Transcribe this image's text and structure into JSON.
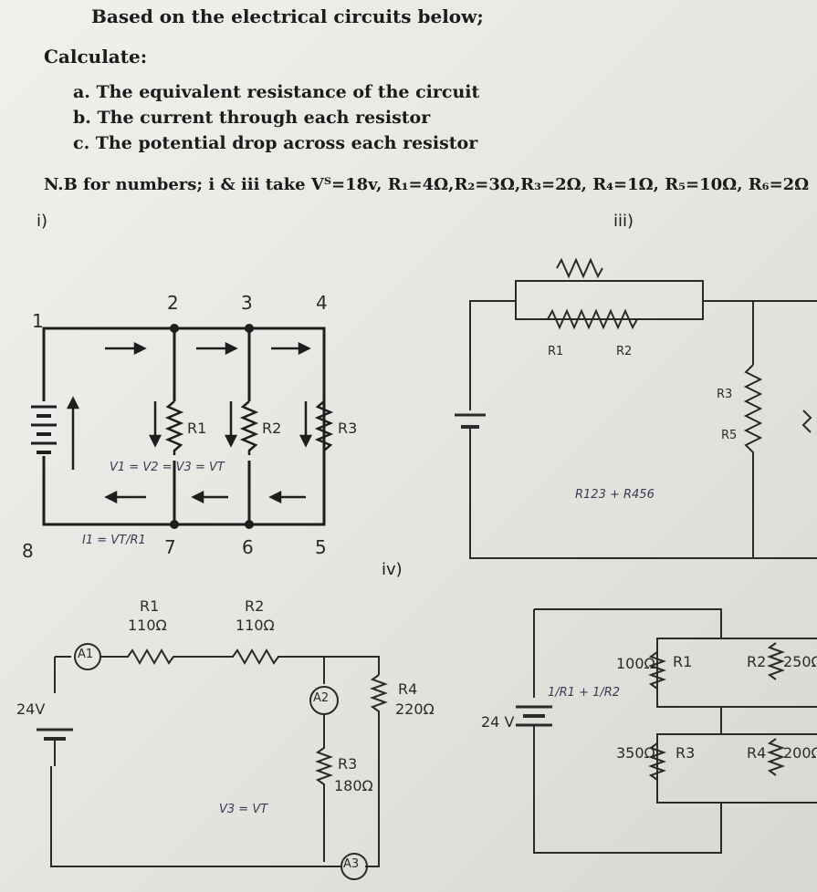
{
  "header": {
    "intro": "Based on the electrical circuits below;",
    "calculate": "Calculate:",
    "questions": [
      "a. The equivalent resistance of the circuit",
      "b. The current through each resistor",
      "c. The potential drop across each resistor"
    ],
    "note": "N.B for numbers; i & iii take Vᵀ=18v, R₁=4Ω,R₂=3Ω,R₃=2Ω, R₄=1Ω, R₅=10Ω, R₆=2Ω"
  },
  "circuit_i": {
    "label": "i)",
    "nodes": [
      "1",
      "2",
      "3",
      "4",
      "5",
      "6",
      "7",
      "8"
    ],
    "resistors": [
      "R1",
      "R2",
      "R3"
    ]
  },
  "circuit_ii": {
    "source": "24V",
    "r1": "R1",
    "r1_value": "110Ω",
    "r2": "R2",
    "r2_value": "110Ω",
    "r3": "R3",
    "r3_value": "180Ω",
    "r4": "R4",
    "r4_value": "220Ω",
    "a1": "A1",
    "a2": "A2",
    "a3": "A3"
  },
  "circuit_iii": {
    "label": "iii)",
    "resistors": [
      "R1",
      "R2",
      "R3",
      "R5"
    ]
  },
  "circuit_iv": {
    "label": "iv)",
    "source": "24 V",
    "r1": "R1",
    "r1_value": "100Ω",
    "r2": "R2",
    "r2_value": "250Ω",
    "r3": "R3",
    "r3_value": "350Ω",
    "r4": "R4",
    "r4_value": "200Ω"
  },
  "handwriting": {
    "i_note_1": "V1 = V2 = V3 = VT",
    "i_note_2": "I1 = VT/R1",
    "ii_note_1": "V3 = VT",
    "iii_note_1": "R123 + R456",
    "iv_note_1": "1/R1 + 1/R2"
  }
}
